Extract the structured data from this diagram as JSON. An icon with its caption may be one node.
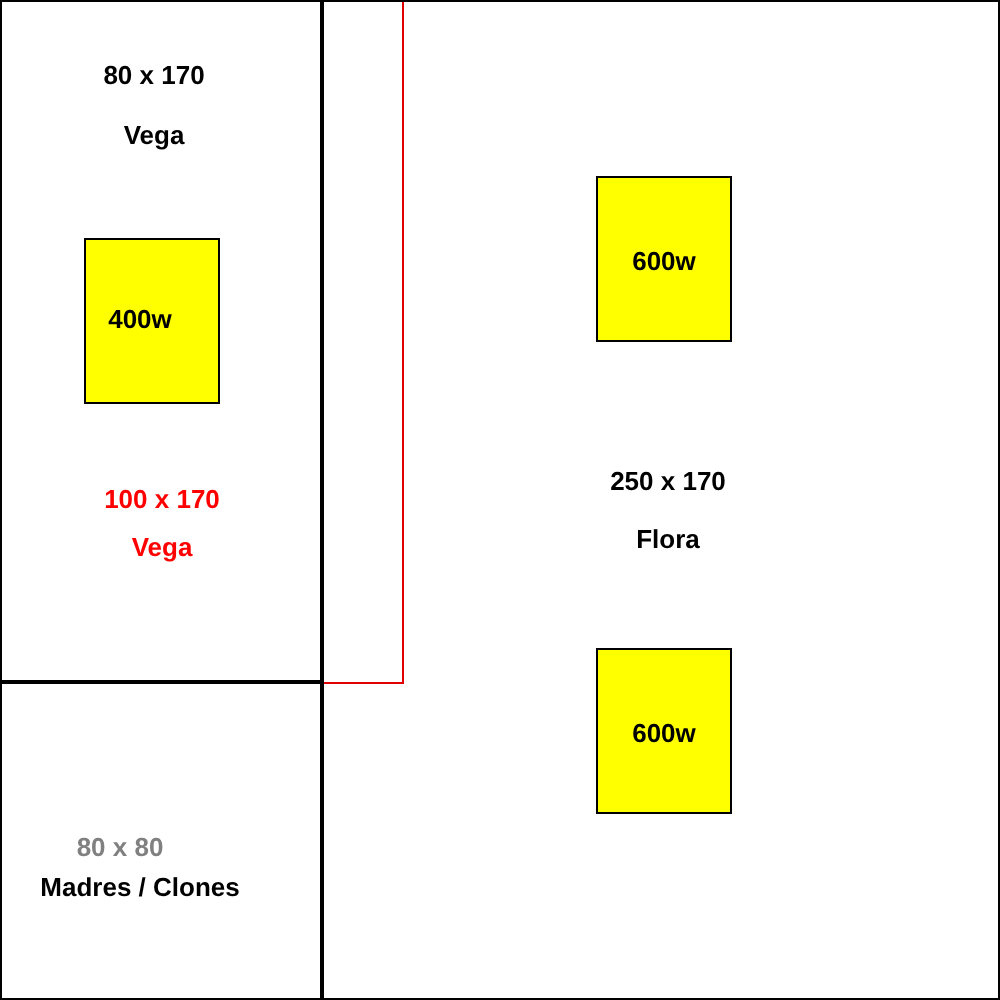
{
  "diagram": {
    "nodes": [
      {
        "text": [],
        "shape": "box"
      },
      {
        "text": [
          "80 x 170",
          "Vega"
        ],
        "in": 0
      },
      {
        "text": [
          "400w"
        ],
        "in": 1
      },
      {
        "text": [
          "250 x 170",
          "Flora"
        ]
      },
      {
        "text": [
          "600w"
        ],
        "in": 3
      },
      {
        "text": [
          "600w"
        ],
        "in": 3
      },
      {
        "text": [
          "80 x 80",
          "Madres / Clones"
        ]
      }
    ],
    "edges": [],
    "labels": [
      "100 x 170",
      "Vega"
    ]
  }
}
